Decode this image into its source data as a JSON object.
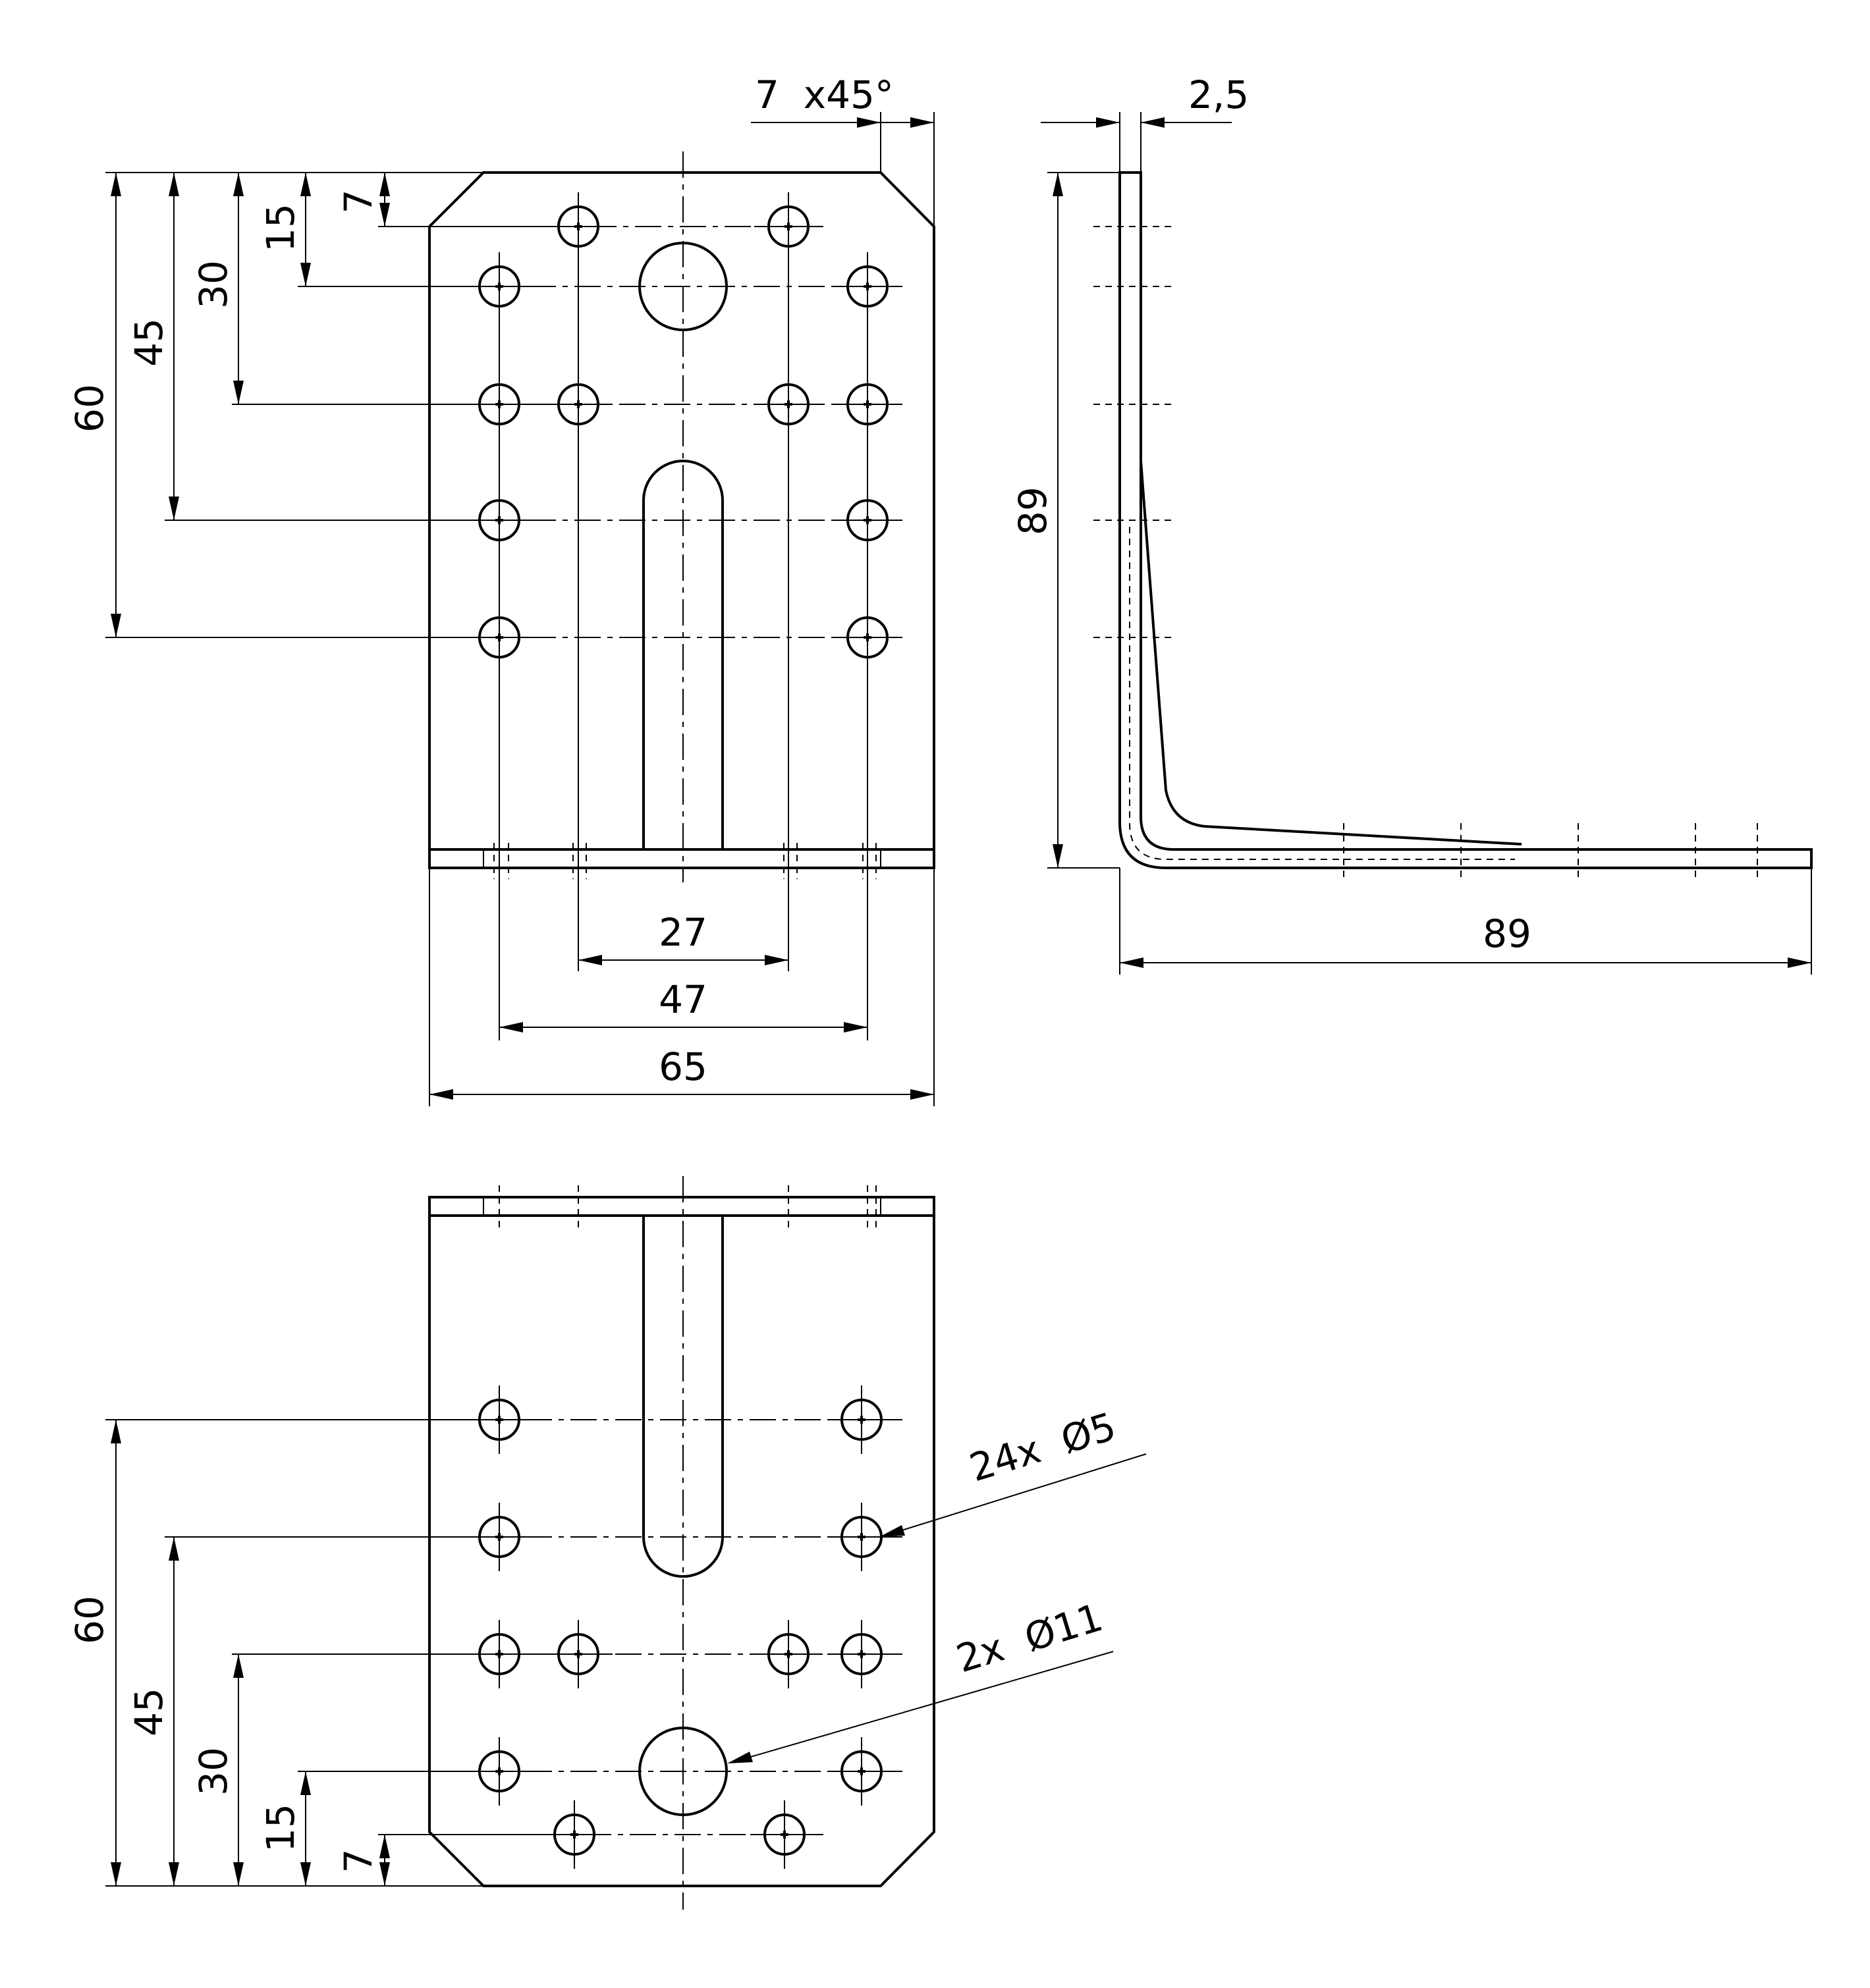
{
  "dimensions": {
    "chamfer": "7  x45°",
    "thickness": "2,5",
    "front": {
      "v60": "60",
      "v45": "45",
      "v30": "30",
      "v15": "15",
      "v7": "7",
      "h27": "27",
      "h47": "47",
      "h65": "65"
    },
    "side": {
      "height": "89",
      "length": "89"
    },
    "bottom": {
      "v60": "60",
      "v45": "45",
      "v30": "30",
      "v15": "15",
      "v7": "7"
    }
  },
  "callouts": {
    "small_holes": "24x  Ø5",
    "large_holes": "2x  Ø11"
  }
}
